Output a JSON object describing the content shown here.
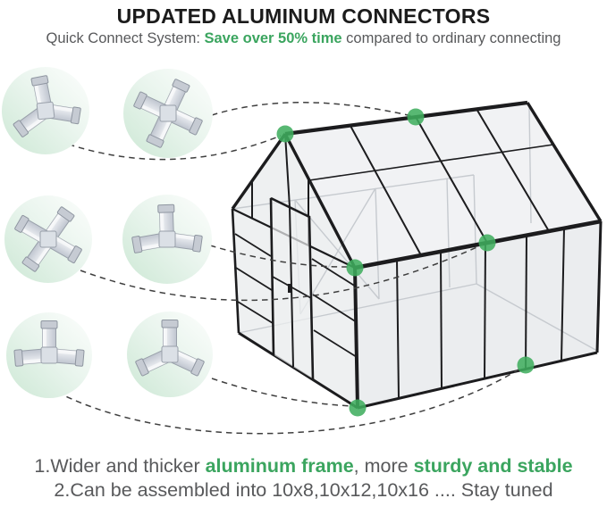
{
  "header": {
    "title": "UPDATED ALUMINUM CONNECTORS",
    "subtitle": {
      "prefix": "Quick Connect System: ",
      "highlight": "Save over 50% time",
      "suffix": " compared to ordinary connecting"
    }
  },
  "connector_badges": [
    {
      "name": "y-branch-connector-icon",
      "links_to": "gable-peak-point"
    },
    {
      "name": "cross-connector-icon",
      "links_to": "ridge-middle-point"
    },
    {
      "name": "angled-cross-connector-icon",
      "links_to": "side-eave-point"
    },
    {
      "name": "corner-branch-connector-icon",
      "links_to": "front-eave-corner-point"
    },
    {
      "name": "t-shape-connector-icon",
      "links_to": "side-base-point"
    },
    {
      "name": "three-way-corner-connector-icon",
      "links_to": "front-base-corner-point"
    }
  ],
  "greenhouse": {
    "marker_count": 6,
    "marker_name": "green-connector-point"
  },
  "footer": {
    "line1": {
      "prefix": "1.Wider and thicker ",
      "highlight1": "aluminum frame",
      "middle": ", more ",
      "highlight2": "sturdy and stable"
    },
    "line2": "2.Can be assembled into 10x8,10x12,10x16 .... Stay tuned"
  },
  "colors": {
    "accent_green": "#3ba55f",
    "dot_green": "#3fae5e",
    "text_gray": "#58595b",
    "title_color": "#1b1b1b",
    "badge_gradient_start": "#fdfefd",
    "badge_gradient_end": "#cde8d5",
    "frame_black": "#1c1c1e"
  }
}
